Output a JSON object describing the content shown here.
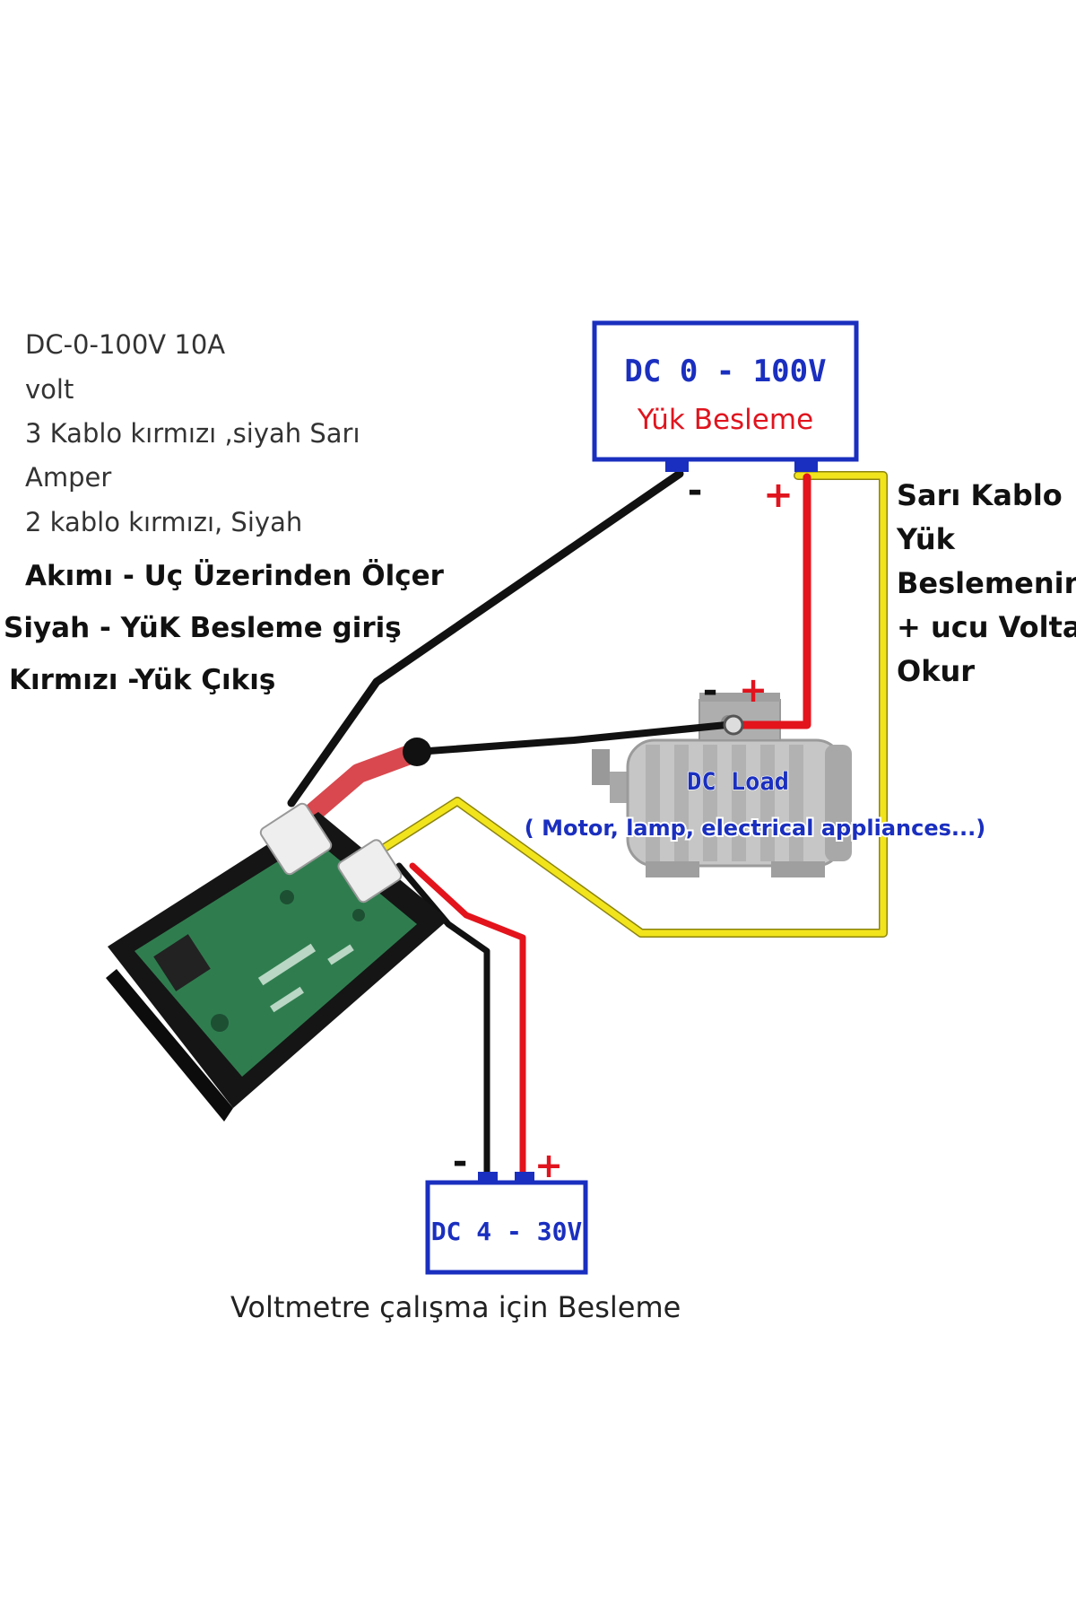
{
  "left_notes": {
    "line1": "DC-0-100V 10A",
    "line2": "volt",
    "line3": "3 Kablo kırmızı ,siyah Sarı",
    "line4": "Amper",
    "line5": "2 kablo kırmızı, Siyah",
    "bold1": "Akımı - Uç Üzerinden Ölçer",
    "bold2": "Siyah - YüK Besleme giriş",
    "bold3": "Kırmızı -Yük Çıkış"
  },
  "load_supply": {
    "title": "DC 0 - 100V",
    "subtitle": "Yük Besleme",
    "minus": "-",
    "plus": "+"
  },
  "right_notes": {
    "line1": "Sarı Kablo",
    "line2": "Yük",
    "line3": "Beslemenin",
    "line4": "+ ucu Voltaj",
    "line5": "Okur"
  },
  "dc_load": {
    "title": "DC Load",
    "subtitle": "( Motor, lamp, electrical appliances...)",
    "minus": "-",
    "plus": "+"
  },
  "meter_supply": {
    "title": "DC 4 - 30V",
    "minus": "-",
    "plus": "+"
  },
  "caption": "Voltmetre çalışma için Besleme",
  "colors": {
    "box_border": "#1a2fbf",
    "title_blue": "#1a2fbf",
    "subtitle_red": "#e0141e",
    "plus_red": "#e0141e",
    "wire_black": "#111111",
    "wire_red": "#e3141c",
    "wire_yellow": "#f2e41c",
    "pcb_green": "#2f7d4f",
    "case_black": "#151515",
    "motor_gray": "#b9b9b9"
  }
}
